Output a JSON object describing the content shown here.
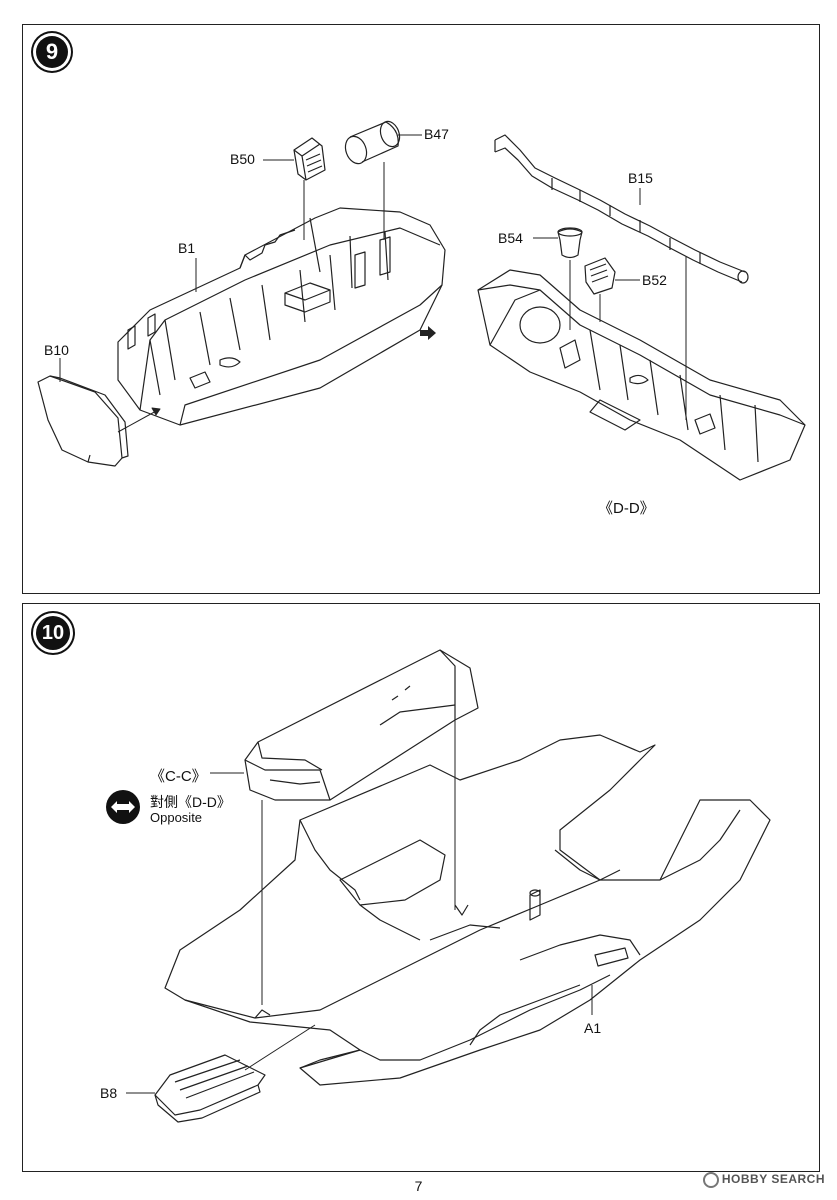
{
  "steps": {
    "step9": {
      "number": "9",
      "labels": {
        "b50": "B50",
        "b47": "B47",
        "b1": "B1",
        "b10": "B10",
        "b15": "B15",
        "b54": "B54",
        "b52": "B52",
        "view": "《D-D》"
      }
    },
    "step10": {
      "number": "10",
      "labels": {
        "view": "《C-C》",
        "opposite_cn": "對側《D-D》",
        "opposite_en": "Opposite",
        "a1": "A1",
        "b8": "B8"
      }
    }
  },
  "footer": {
    "page_number": "7",
    "watermark": "HOBBY SEARCH"
  },
  "icons": {
    "direction_arrow": "right-arrow-icon",
    "opposite_side": "double-arrow-icon"
  },
  "colors": {
    "line": "#222222",
    "background": "#ffffff"
  }
}
